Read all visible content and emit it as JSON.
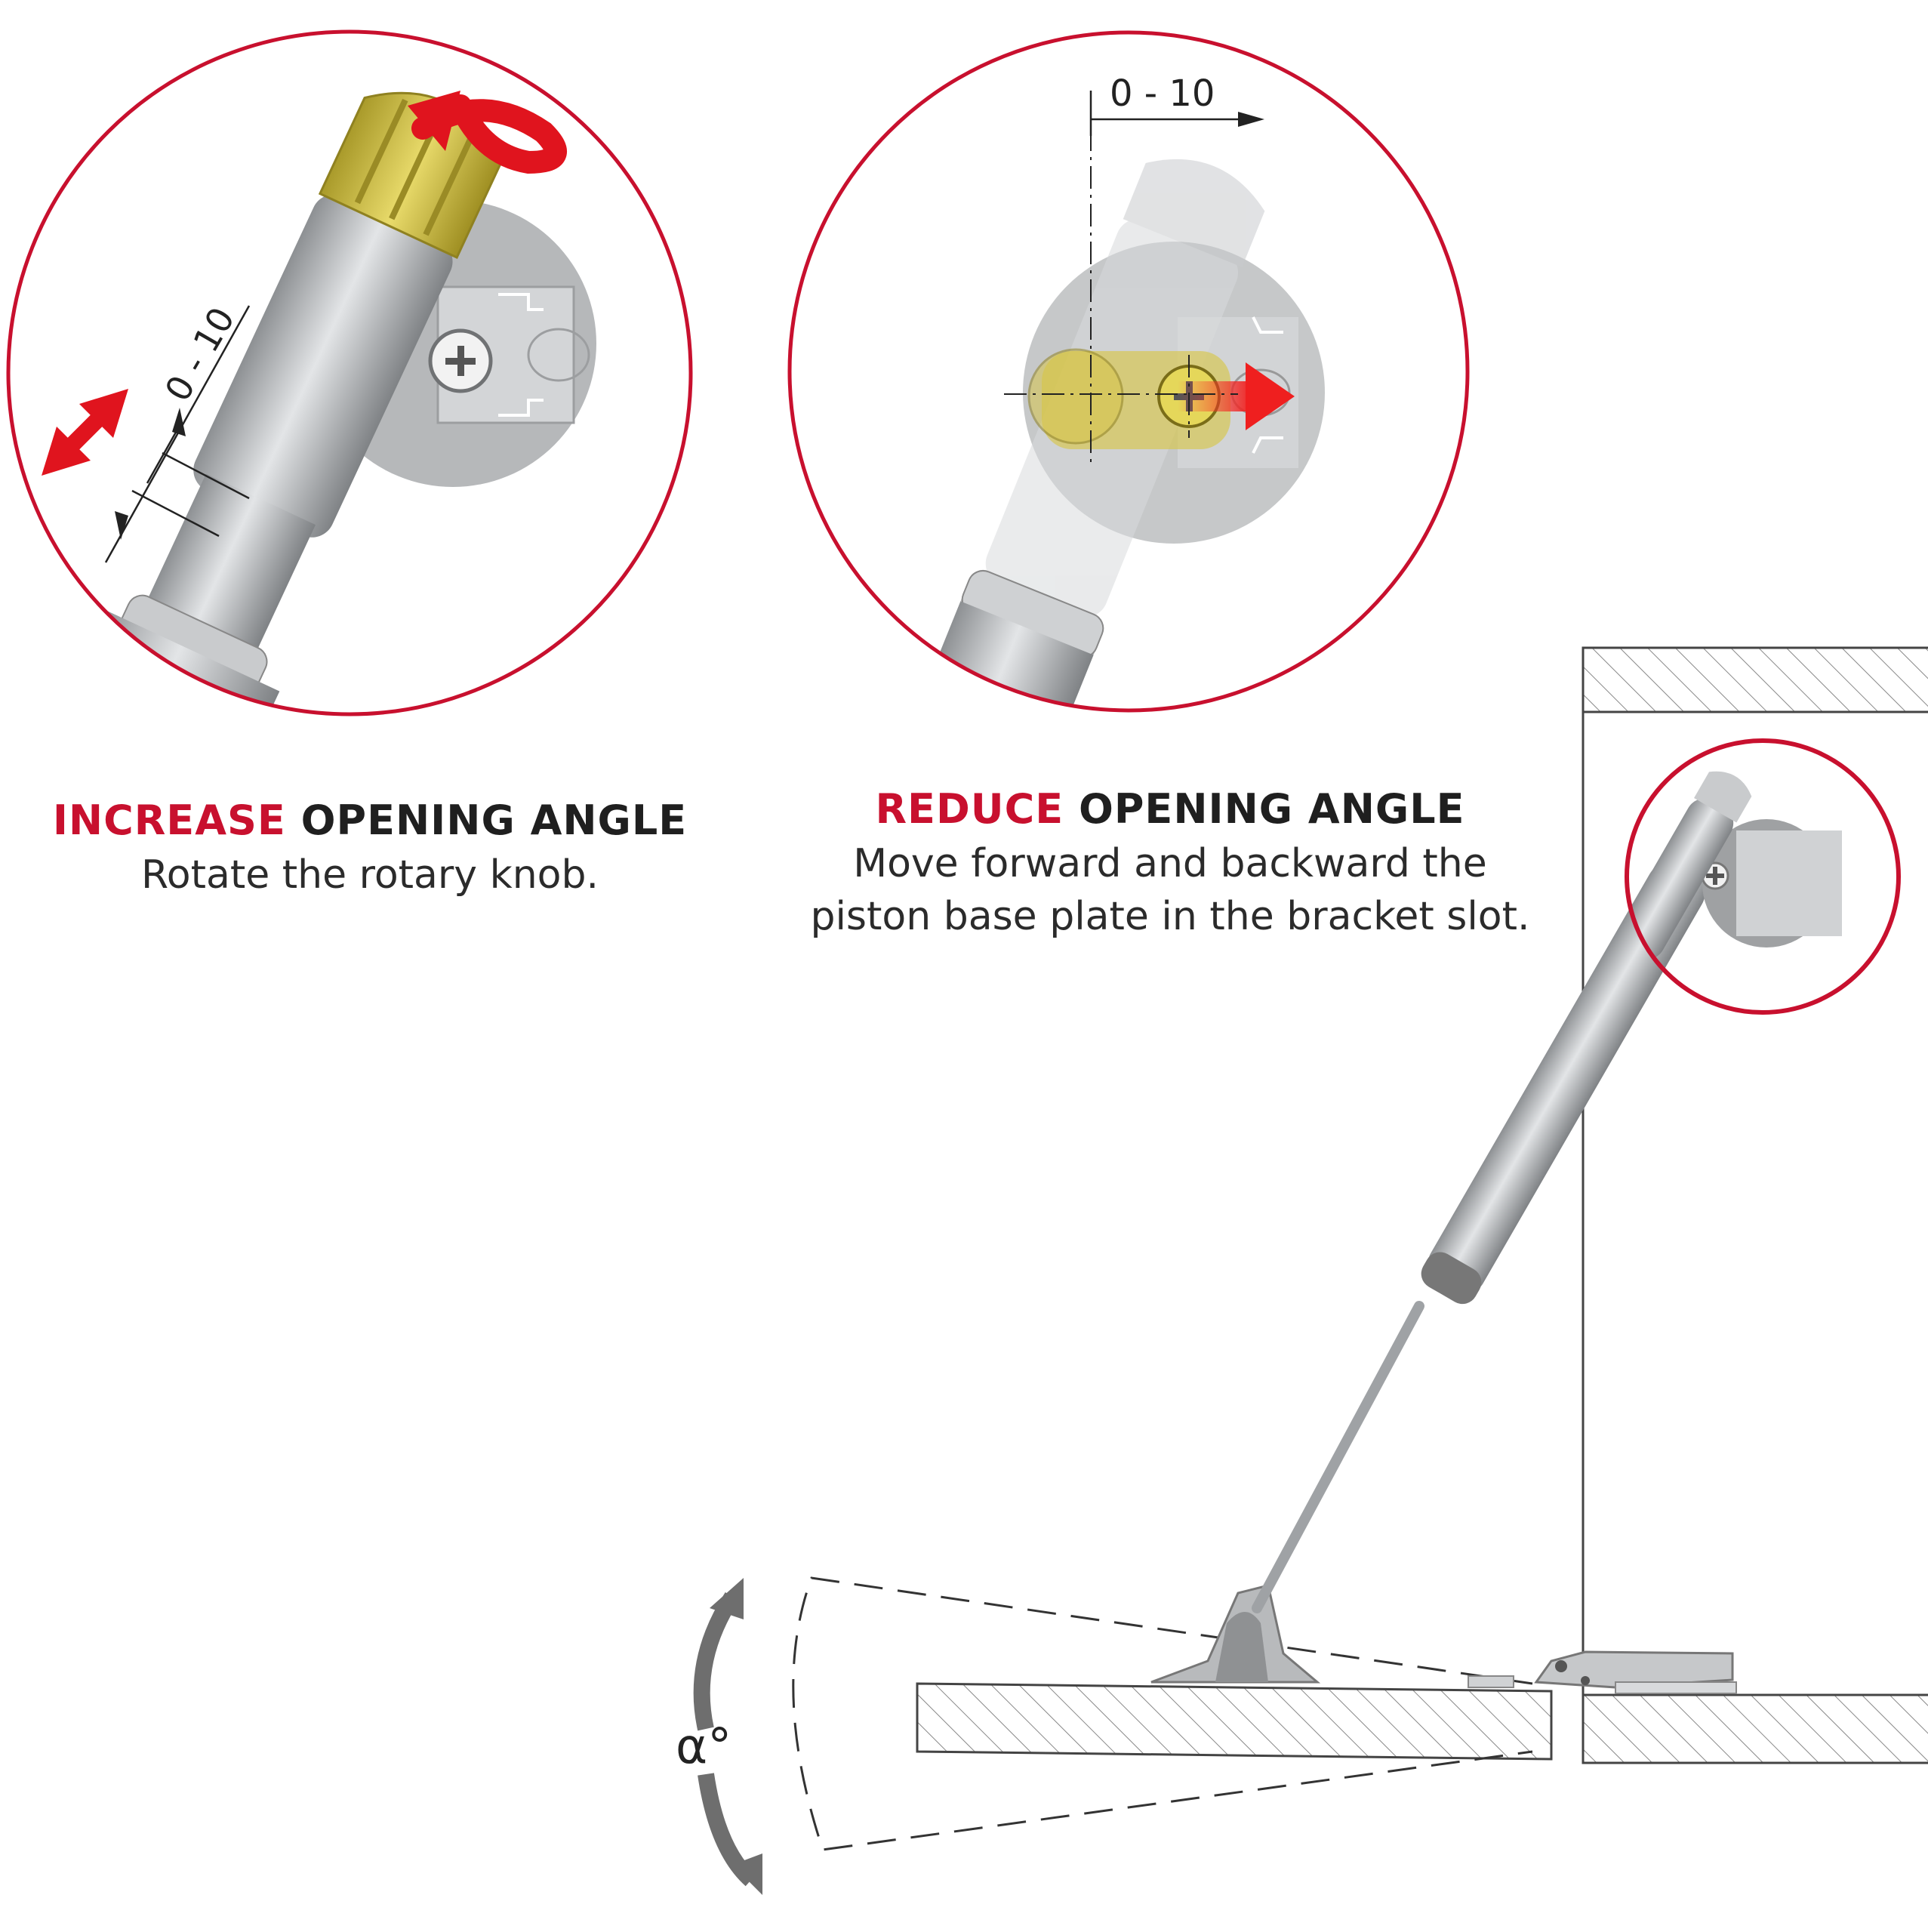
{
  "left_panel": {
    "dimension_label": "0 - 10",
    "title_highlight": "INCREASE",
    "title_rest": "OPENING ANGLE",
    "instruction": "Rotate the rotary knob."
  },
  "right_panel": {
    "dimension_label": "0 - 10",
    "title_highlight": "REDUCE",
    "title_rest": "OPENING ANGLE",
    "instruction_line1": "Move forward and backward the",
    "instruction_line2": "piston base plate in the bracket slot."
  },
  "main_drawing": {
    "angle_label": "α°"
  },
  "colors": {
    "accent_red": "#c8102e",
    "knob_yellow": "#d7c64a",
    "steel_gray": "#b9bcbf",
    "dark_gray": "#6e6e6e"
  }
}
